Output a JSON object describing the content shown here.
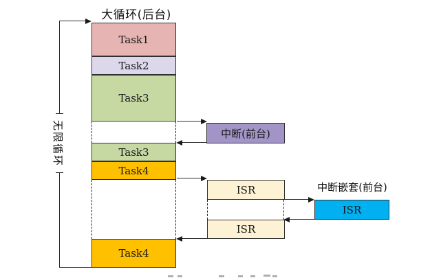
{
  "title": "大循环(后台)",
  "loop": {
    "label": "无限循环"
  },
  "column": {
    "task1": "Task1",
    "task2": "Task2",
    "task3": "Task3",
    "task3_resume": "Task3",
    "task4": "Task4",
    "task4_resume": "Task4"
  },
  "foreground": {
    "interrupt": "中断(前台)",
    "isr_first": "ISR",
    "isr_second": "ISR",
    "nested_title": "中断嵌套(前台)",
    "nested_isr": "ISR"
  },
  "colors": {
    "task1_fill": "#e6b4b2",
    "task2_fill": "#dcd7ea",
    "task3_fill": "#c6d9a3",
    "task4_fill": "#ffc000",
    "interrupt_fill": "#a294c6",
    "isr_fill": "#fdf3d4",
    "nested_isr_fill": "#00b0f0",
    "line": "#2a2a2a"
  }
}
